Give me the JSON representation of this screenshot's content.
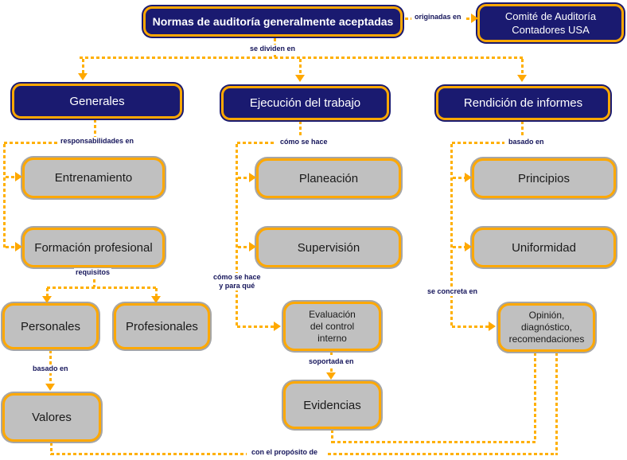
{
  "colors": {
    "navy": "#1A1A70",
    "orange_border": "#FFA800",
    "orange_connector": "#FFB000",
    "gray_fill": "#C0C0C0",
    "label_text": "#14145A",
    "box_text_dark": "#1A1A1A",
    "box_text_light": "#FFFFFF"
  },
  "nodes": {
    "main_title": "Normas de auditoría generalmente aceptadas",
    "comite": "Comité de Auditoría\nContadores USA",
    "generales": "Generales",
    "ejecucion": "Ejecución del trabajo",
    "rendicion": "Rendición de informes",
    "entrenamiento": "Entrenamiento",
    "formacion": "Formación profesional",
    "personales": "Personales",
    "profesionales": "Profesionales",
    "valores": "Valores",
    "planeacion": "Planeación",
    "supervision": "Supervisión",
    "evaluacion": "Evaluación\ndel control\ninterno",
    "evidencias": "Evidencias",
    "principios": "Principios",
    "uniformidad": "Uniformidad",
    "opinion": "Opinión,\ndiagnóstico,\nrecomendaciones"
  },
  "connector_labels": {
    "originadas_en": "originadas en",
    "se_dividen_en": "se dividen en",
    "responsabilidades_en": "responsabilidades en",
    "requisitos": "requisitos",
    "basado_en_left": "basado en",
    "como_se_hace": "cómo se hace",
    "como_se_hace_y_para_que": "cómo se hace\ny para qué",
    "soportada_en": "soportada en",
    "basado_en_right": "basado en",
    "se_concreta_en": "se concreta en",
    "con_el_proposito_de": "con el propósito de"
  }
}
